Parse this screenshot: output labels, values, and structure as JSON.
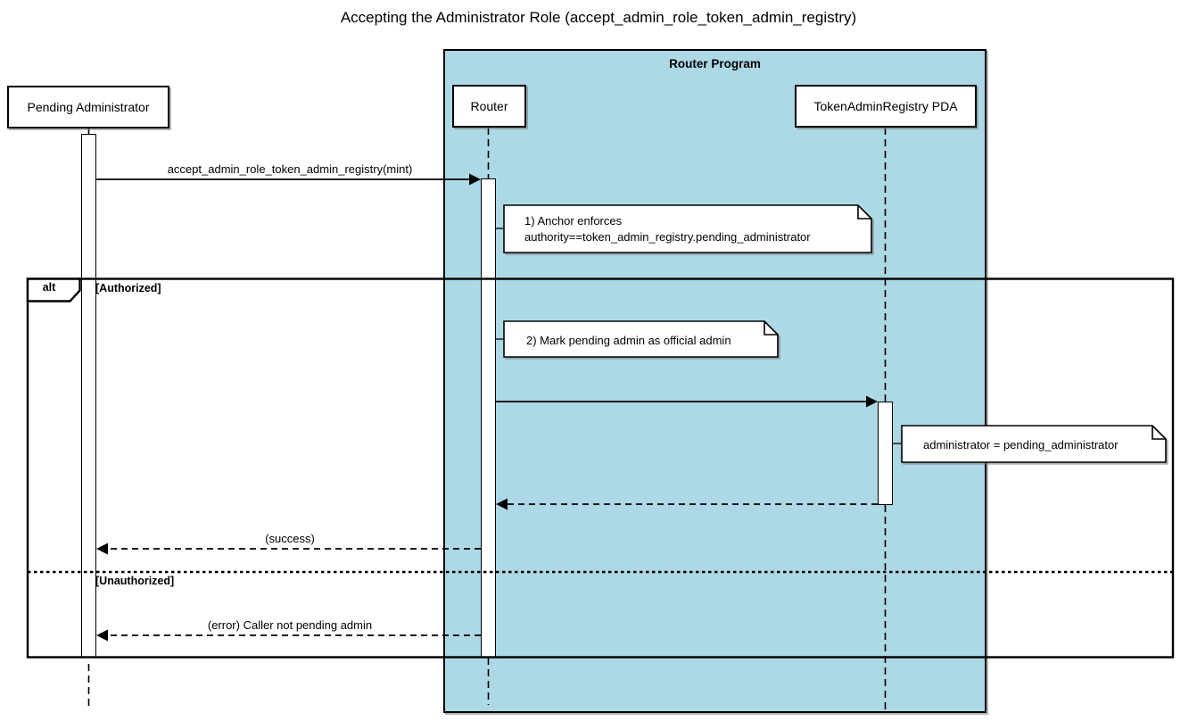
{
  "title": "Accepting the Administrator Role (accept_admin_role_token_admin_registry)",
  "frame": {
    "label": "Router Program"
  },
  "participants": [
    {
      "name": "Pending Administrator"
    },
    {
      "name": "Router"
    },
    {
      "name": "TokenAdminRegistry PDA"
    }
  ],
  "messages": {
    "call": "accept_admin_role_token_admin_registry(mint)",
    "success": "(success)",
    "error": "(error) Caller not pending admin"
  },
  "notes": {
    "note1_line1": "1) Anchor enforces",
    "note1_line2": "authority==token_admin_registry.pending_administrator",
    "note2": "2) Mark pending admin as official admin",
    "note3": "administrator = pending_administrator"
  },
  "alt": {
    "operator": "alt",
    "guard_authorized": "[Authorized]",
    "guard_unauthorized": "[Unauthorized]"
  },
  "colors": {
    "frame_fill": "#ADD8E6",
    "line": "#000000",
    "note_fill": "#FFFFFF",
    "background": "#FFFFFF"
  }
}
